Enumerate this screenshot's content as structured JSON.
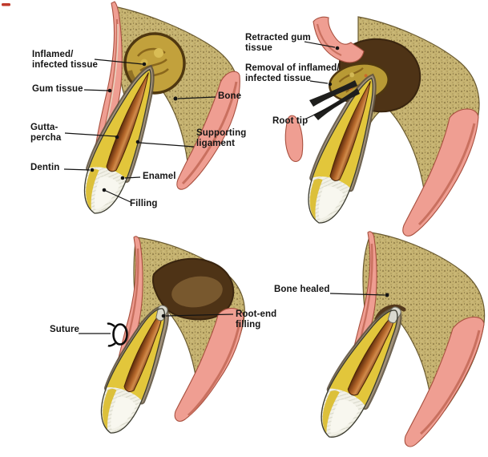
{
  "figure": {
    "subject": "Apicoectomy (root-end surgery) steps, tooth cross-section",
    "panel_count": 4
  },
  "panels": [
    {
      "position": "top-left",
      "labels": [
        {
          "id": "inflamed-infected-tissue",
          "text": "Inflamed/\ninfected tissue"
        },
        {
          "id": "gum-tissue",
          "text": "Gum tissue"
        },
        {
          "id": "bone",
          "text": "Bone"
        },
        {
          "id": "gutta-percha",
          "text": "Gutta-\npercha"
        },
        {
          "id": "supporting-ligament",
          "text": "Supporting\nligament"
        },
        {
          "id": "dentin",
          "text": "Dentin"
        },
        {
          "id": "enamel",
          "text": "Enamel"
        },
        {
          "id": "filling",
          "text": "Filling"
        }
      ]
    },
    {
      "position": "top-right",
      "labels": [
        {
          "id": "retracted-gum-tissue",
          "text": "Retracted gum\ntissue"
        },
        {
          "id": "removal-of-inflamed-infected-tissue",
          "text": "Removal of inflamed/\ninfected tissue"
        },
        {
          "id": "root-tip",
          "text": "Root tip"
        }
      ]
    },
    {
      "position": "bottom-left",
      "labels": [
        {
          "id": "suture",
          "text": "Suture"
        },
        {
          "id": "root-end-filling",
          "text": "Root-end\nfilling"
        }
      ]
    },
    {
      "position": "bottom-right",
      "labels": [
        {
          "id": "bone-healed",
          "text": "Bone healed"
        }
      ]
    }
  ],
  "colors": {
    "background": "#ffffff",
    "bone_fill": "#c6b371",
    "bone_speckle": "#8d7a45",
    "bone_outline": "#6a5a30",
    "gum_pink": "#ef9e92",
    "gum_dark": "#c9705f",
    "gum_edge": "#a8503f",
    "gum_highlight": "#f7d2c4",
    "dentin_yellow": "#e2c63b",
    "enamel_white": "#f2f1e7",
    "tooth_outline": "#3c3c30",
    "gutta_percha_dark": "#5f2d0c",
    "gutta_percha_light": "#d18c4b",
    "ligament_gray": "#a1917a",
    "inflamed_tissue": "#c2a13c",
    "tissue_outline": "#4f3710",
    "cavity_dark": "#4e3316",
    "cavity_floor": "#7d5c31",
    "root_end_filling_cap": "#d9d9cf",
    "forceps_black": "#1f1f1d",
    "suture_black": "#0d0d0d",
    "leader_line": "#141414",
    "corner_mark": "#c0392b"
  }
}
